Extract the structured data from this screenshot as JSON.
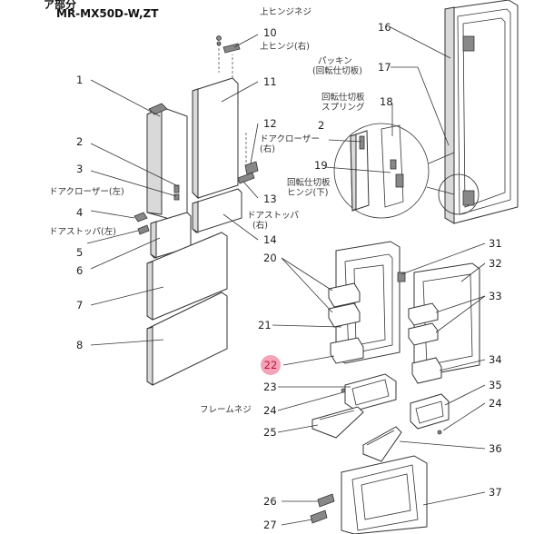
{
  "header": {
    "title_fragment": "ア部分",
    "model": "MR-MX50D-W,ZT"
  },
  "highlight": {
    "number": "22",
    "color": "#f4a3b8"
  },
  "callouts": {
    "c1": "1",
    "c2": "2",
    "c3": "3",
    "c4": "4",
    "c5": "5",
    "c6": "6",
    "c7": "7",
    "c8": "8",
    "c10": "10",
    "c11": "11",
    "c12": "12",
    "c13": "13",
    "c14": "14",
    "c16": "16",
    "c17": "17",
    "c18": "18",
    "c19": "19",
    "c20": "20",
    "c21": "21",
    "c23": "23",
    "c24a": "24",
    "c24b": "24",
    "c25": "25",
    "c26": "26",
    "c27": "27",
    "c31": "31",
    "c32": "32",
    "c33": "33",
    "c34": "34",
    "c35": "35",
    "c36": "36",
    "c37": "37",
    "c2b": "2"
  },
  "names": {
    "upper_hinge_screw": "上ヒンジネジ",
    "upper_hinge_right": "上ヒンジ(右)",
    "door_closer_right_1": "ドアクローザー",
    "door_closer_right_2": "(右)",
    "door_closer_left": "ドアクローザー(左)",
    "door_stopper_left": "ドアストッパ(左)",
    "door_stopper_right_1": "ドアストッパ",
    "door_stopper_right_2": "(右)",
    "gasket_1": "パッキン",
    "gasket_2": "(回転仕切板)",
    "spring_1": "回転仕切板",
    "spring_2": "スプリング",
    "lower_hinge_1": "回転仕切板",
    "lower_hinge_2": "ヒンジ(下)",
    "frame_screw": "フレームネジ"
  }
}
